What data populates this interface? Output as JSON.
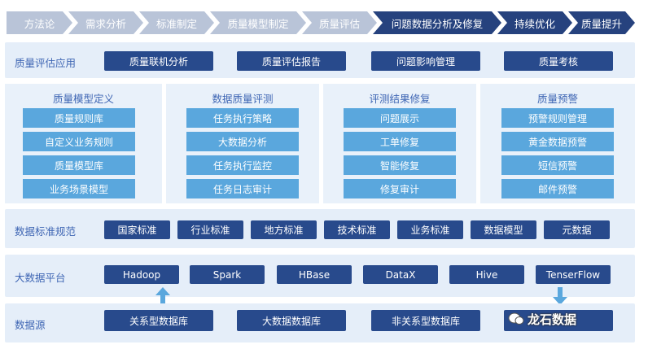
{
  "header_steps": [
    {
      "label": "方法论",
      "style": "light"
    },
    {
      "label": "需求分析",
      "style": "light"
    },
    {
      "label": "标准制定",
      "style": "light"
    },
    {
      "label": "质量模型制定",
      "style": "light"
    },
    {
      "label": "质量评估",
      "style": "light"
    },
    {
      "label": "问题数据分析及修复",
      "style": "dark"
    },
    {
      "label": "持续优化",
      "style": "dark"
    },
    {
      "label": "质量提升",
      "style": "dark"
    }
  ],
  "apps": {
    "label": "质量评估应用",
    "items": [
      "质量联机分析",
      "质量评估报告",
      "问题影响管理",
      "质量考核"
    ]
  },
  "panels": [
    {
      "title": "质量模型定义",
      "items": [
        "质量规则库",
        "自定义业务规则",
        "质量模型库",
        "业务场景模型"
      ]
    },
    {
      "title": "数据质量评测",
      "items": [
        "任务执行策略",
        "大数据分析",
        "任务执行监控",
        "任务日志审计"
      ]
    },
    {
      "title": "评测结果修复",
      "items": [
        "问题展示",
        "工单修复",
        "智能修复",
        "修复审计"
      ]
    },
    {
      "title": "质量预警",
      "items": [
        "预警规则管理",
        "黄金数据预警",
        "短信预警",
        "邮件预警"
      ]
    }
  ],
  "standards": {
    "label": "数据标准规范",
    "items": [
      "国家标准",
      "行业标准",
      "地方标准",
      "技术标准",
      "业务标准",
      "数据模型",
      "元数据"
    ]
  },
  "platform": {
    "label": "大数据平台",
    "items": [
      "Hadoop",
      "Spark",
      "HBase",
      "DataX",
      "Hive",
      "TenserFlow"
    ]
  },
  "sources": {
    "label": "数据源",
    "items": [
      "关系型数据库",
      "大数据数据库",
      "非关系型数据库",
      ""
    ]
  },
  "watermark": "龙石数据",
  "colors": {
    "navy": "#284a8c",
    "cyan": "#5aa7dd",
    "band": "#e5eef9",
    "label": "#3f66b4"
  }
}
